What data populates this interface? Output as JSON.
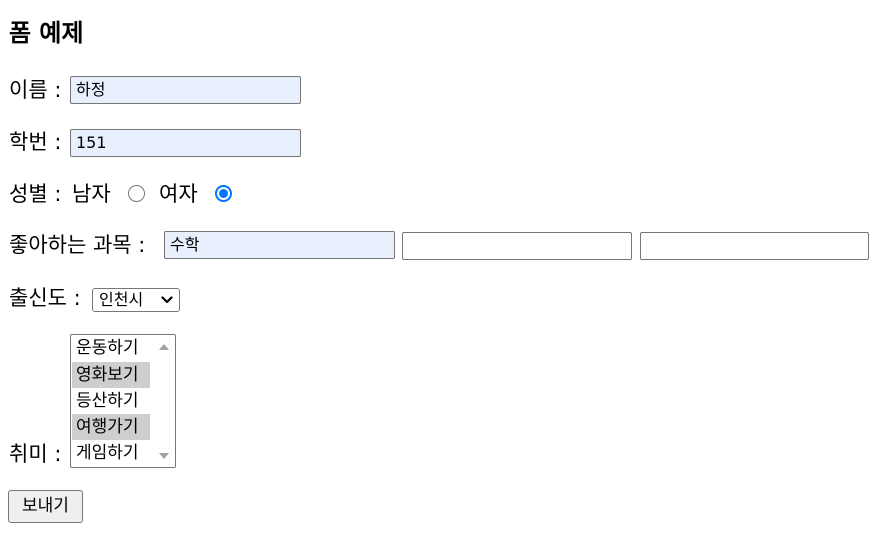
{
  "page": {
    "title": "폼 예제"
  },
  "form": {
    "name": {
      "label": "이름 :",
      "value": "하정"
    },
    "student_id": {
      "label": "학번 :",
      "value": "151"
    },
    "gender": {
      "label": "성별 :",
      "options": [
        {
          "label": "남자",
          "checked": false
        },
        {
          "label": "여자",
          "checked": true
        }
      ]
    },
    "subjects": {
      "label": "좋아하는 과목 :",
      "values": [
        "수학",
        "",
        ""
      ]
    },
    "hometown": {
      "label": "출신도 :",
      "selected": "인천시"
    },
    "hobby": {
      "label": "취미 :",
      "options": [
        {
          "label": "운동하기",
          "selected": false
        },
        {
          "label": "영화보기",
          "selected": true
        },
        {
          "label": "등산하기",
          "selected": false
        },
        {
          "label": "여행가기",
          "selected": true
        },
        {
          "label": "게임하기",
          "selected": false
        }
      ]
    },
    "submit_label": "보내기"
  },
  "colors": {
    "autofill_bg": "#e8f0fe",
    "radio_accent": "#0075ff",
    "selected_option_bg": "#cecece",
    "button_bg": "#efefef"
  }
}
